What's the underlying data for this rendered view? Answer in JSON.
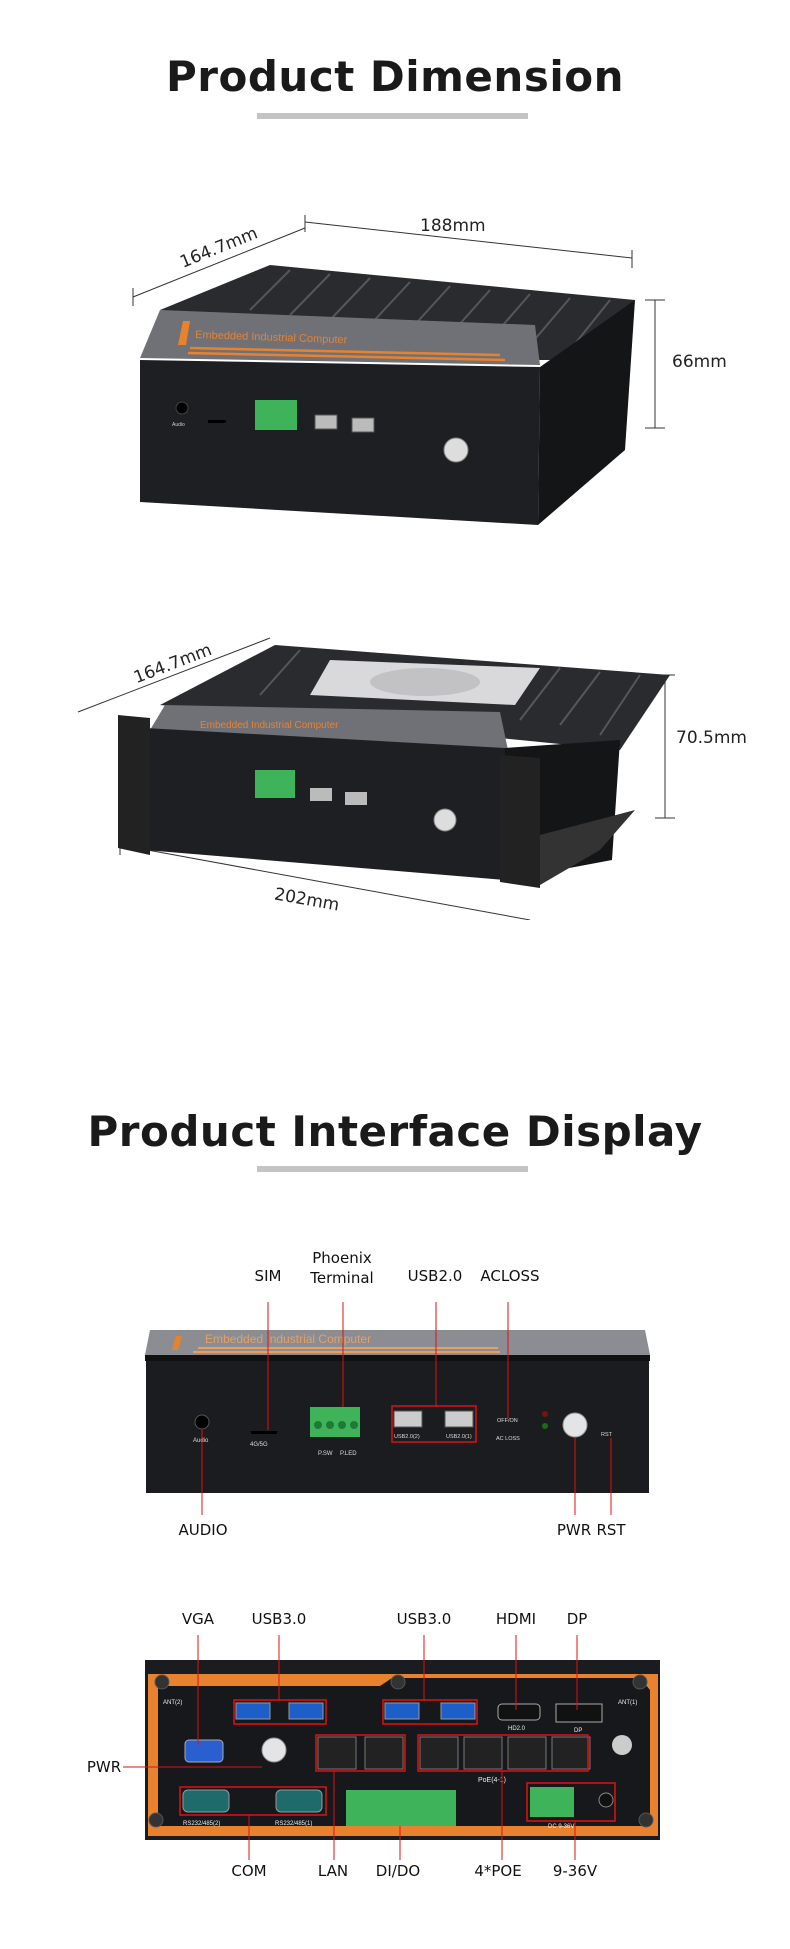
{
  "section1": {
    "title": "Product Dimension",
    "view1": {
      "depth": "164.7mm",
      "width": "188mm",
      "height": "66mm"
    },
    "view2": {
      "depth": "164.7mm",
      "width": "202mm",
      "height": "70.5mm"
    }
  },
  "section2": {
    "title": "Product Interface Display",
    "front_callouts": {
      "sim": "SIM",
      "phoenix_line1": "Phoenix",
      "phoenix_line2": "Terminal",
      "usb20": "USB2.0",
      "acloss": "ACLOSS",
      "audio": "AUDIO",
      "pwr": "PWR",
      "rst": "RST"
    },
    "rear_callouts": {
      "vga": "VGA",
      "usb30_left": "USB3.0",
      "usb30_right": "USB3.0",
      "hdmi": "HDMI",
      "dp": "DP",
      "pwr": "PWR",
      "com": "COM",
      "lan": "LAN",
      "dido": "DI/DO",
      "poe": "4*POE",
      "dc": "9-36V"
    }
  },
  "device_print": {
    "brand": "Embedded Industrial Computer",
    "audio": "Audio",
    "sim": "4G/5G",
    "psw": "P.SW",
    "pled": "P.LED",
    "usb2_2": "USB2.0(2)",
    "usb2_1": "USB2.0(1)",
    "offon": "OFF/ON",
    "acloss": "AC LOSS",
    "rst": "RST",
    "ant2": "ANT(2)",
    "ant1": "ANT(1)",
    "hdmi": "HD2.0",
    "dp": "DP",
    "com2": "RS232/485(2)",
    "com1": "RS232/485(1)",
    "poe": "PoE(4-1)",
    "dc": "DC 9-36V"
  },
  "colors": {
    "accent_orange": "#e8822f",
    "callout_red": "#e01010",
    "terminal_green": "#3fb35a",
    "chassis": "#1e1f22"
  }
}
